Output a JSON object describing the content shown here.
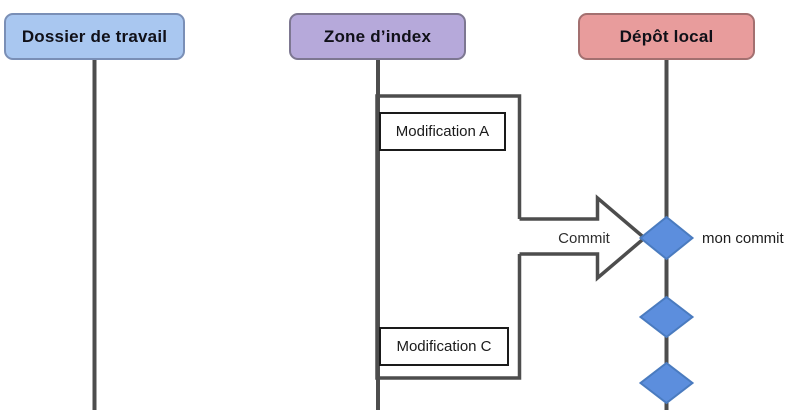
{
  "lanes": [
    {
      "label": "Dossier de travail",
      "fill": "#a9c7f0",
      "border": "#7a8fb6"
    },
    {
      "label": "Zone d’index",
      "fill": "#b6a9da",
      "border": "#7d7791"
    },
    {
      "label": "Dépôt local",
      "fill": "#e89c9c",
      "border": "#a37070"
    }
  ],
  "boxes": [
    {
      "label": "Modification A"
    },
    {
      "label": "Modification C"
    }
  ],
  "arrow": {
    "label": "Commit"
  },
  "annotations": {
    "commit_note": "mon commit"
  },
  "colors": {
    "line": "#4d4d4d",
    "diamond_fill": "#5c8edd",
    "diamond_border": "#4a7bbf",
    "mod_box_border": "#1a1a1a",
    "background": "#ffffff"
  }
}
